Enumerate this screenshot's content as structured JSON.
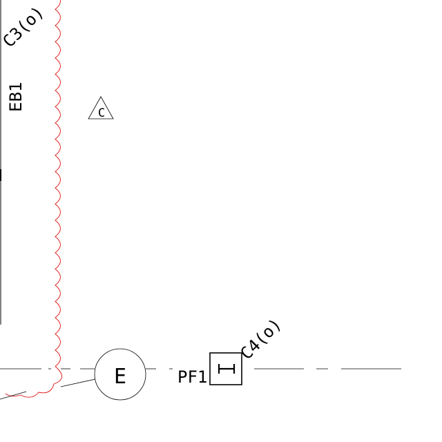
{
  "colors": {
    "background": "#ffffff",
    "linework": "#000000",
    "revision_cloud": "#e01010"
  },
  "labels": {
    "tag_column": "C3(o)",
    "tag_beam": "EB1",
    "tag_triangle": "C",
    "grid_bubble": "E",
    "tag_post": "PF1",
    "tag_column_lower": "C4(o)"
  },
  "symbols": {
    "revision_triangle": "triangle-c-icon",
    "grid_bubble": "circle-grid-icon",
    "post_section": "i-beam-section-icon"
  }
}
